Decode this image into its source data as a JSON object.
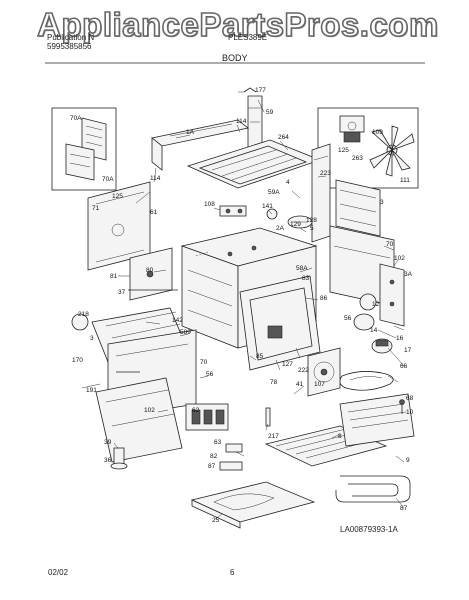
{
  "watermark": "AppliancePartsPros.com",
  "header": {
    "publication_label": "Publication N",
    "publication_number": "5995385856",
    "model": "PLES389E",
    "section": "BODY"
  },
  "footer": {
    "date": "02/02",
    "page": "6",
    "diagram_code": "LA00879393-1A"
  },
  "callouts": {
    "c177": "177",
    "c59": "59",
    "c1A": "1A",
    "c114a": "114",
    "c264": "264",
    "c109": "109",
    "c125a": "125",
    "c263": "263",
    "c111": "111",
    "c223": "223",
    "c70Aa": "70A",
    "c70Ab": "70A",
    "c114b": "114",
    "c125b": "125",
    "c4": "4",
    "c59A": "59A",
    "c141": "141",
    "c108": "108",
    "c128": "128",
    "c5": "5",
    "c3a": "3",
    "c71": "71",
    "c61": "61",
    "c2A": "2A",
    "c129": "129",
    "c70a": "70",
    "c102a": "102",
    "c3A": "3A",
    "c81": "81",
    "c80": "80",
    "c58A": "58A",
    "c83": "83",
    "c37": "37",
    "c86": "86",
    "c12": "12",
    "c218": "218",
    "c142": "142",
    "c3b": "3",
    "c56a": "56",
    "c14": "14",
    "c16": "16",
    "c589": "589",
    "c85": "85",
    "c127": "127",
    "c17": "17",
    "c170": "170",
    "c70b": "70",
    "c78": "78",
    "c56b": "56",
    "c222": "222",
    "c66": "66",
    "c191": "191",
    "c41": "41",
    "c107": "107",
    "c102b": "102",
    "c68": "68",
    "c10": "10",
    "c62": "62",
    "c217": "217",
    "c8": "8",
    "c39": "39",
    "c63": "63",
    "c82": "82",
    "c9": "9",
    "c87a": "87",
    "c36": "36",
    "c25": "25",
    "c87b": "87"
  }
}
